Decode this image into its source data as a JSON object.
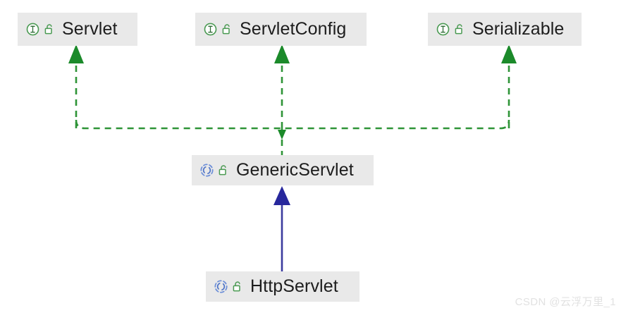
{
  "diagram": {
    "kind": "uml-class-hierarchy",
    "background_color": "#ffffff",
    "node_fill_color": "#e9e9e9",
    "node_text_color": "#1d1d1d",
    "interface_icon_color": "#4a9a52",
    "class_icon_color": "#5f7fd4",
    "lock_icon_color": "#4a9a52",
    "implements_edge_color": "#2e9437",
    "extends_edge_color": "#3b3b9e",
    "nodes": [
      {
        "id": "servlet",
        "label": "Servlet",
        "stereotype": "interface",
        "type_icon": "interface-i-icon",
        "lock_icon": "unlocked-padlock-icon"
      },
      {
        "id": "servletconfig",
        "label": "ServletConfig",
        "stereotype": "interface",
        "type_icon": "interface-i-icon",
        "lock_icon": "unlocked-padlock-icon"
      },
      {
        "id": "serializable",
        "label": "Serializable",
        "stereotype": "interface",
        "type_icon": "interface-i-icon",
        "lock_icon": "unlocked-padlock-icon"
      },
      {
        "id": "genericservlet",
        "label": "GenericServlet",
        "stereotype": "class",
        "type_icon": "class-c-icon",
        "lock_icon": "unlocked-padlock-icon"
      },
      {
        "id": "httpservlet",
        "label": "HttpServlet",
        "stereotype": "class",
        "type_icon": "class-c-icon",
        "lock_icon": "unlocked-padlock-icon"
      }
    ],
    "edges": [
      {
        "from": "genericservlet",
        "to": "servlet",
        "relation": "implements",
        "style": "dashed",
        "arrow": "closed-triangle"
      },
      {
        "from": "genericservlet",
        "to": "servletconfig",
        "relation": "implements",
        "style": "dashed",
        "arrow": "closed-triangle"
      },
      {
        "from": "genericservlet",
        "to": "serializable",
        "relation": "implements",
        "style": "dashed",
        "arrow": "closed-triangle"
      },
      {
        "from": "httpservlet",
        "to": "genericservlet",
        "relation": "extends",
        "style": "solid",
        "arrow": "closed-triangle"
      }
    ]
  },
  "watermark": {
    "text": "CSDN @云浮万里_1"
  }
}
